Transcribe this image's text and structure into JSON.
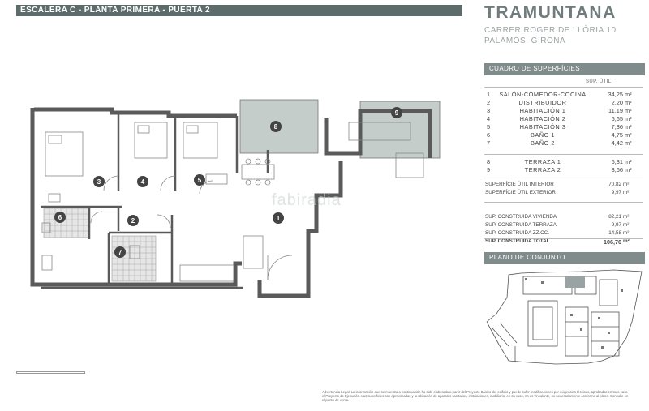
{
  "header": {
    "title": "ESCALERA C - PLANTA PRIMERA - PUERTA 2"
  },
  "brand": {
    "name": "TRAMUNTANA",
    "address_line1": "CARRER ROGER DE LLÒRIA 10",
    "address_line2": "PALAMÓS, GIRONA"
  },
  "surfaces": {
    "title": "CUADRO DE SUPERFÍCIES",
    "column_header": "SUP. ÚTIL",
    "unit": "m²",
    "rooms": [
      {
        "num": "1",
        "label": "SALÓN-COMEDOR-COCINA",
        "value": "34,25"
      },
      {
        "num": "2",
        "label": "DISTRIBUIDOR",
        "value": "2,20"
      },
      {
        "num": "3",
        "label": "HABITACIÓN 1",
        "value": "11,19"
      },
      {
        "num": "4",
        "label": "HABITACIÓN 2",
        "value": "6,65"
      },
      {
        "num": "5",
        "label": "HABITACIÓN 3",
        "value": "7,36"
      },
      {
        "num": "6",
        "label": "BAÑO 1",
        "value": "4,75"
      },
      {
        "num": "7",
        "label": "BAÑO 2",
        "value": "4,42"
      }
    ],
    "terraces": [
      {
        "num": "8",
        "label": "TERRAZA 1",
        "value": "6,31"
      },
      {
        "num": "9",
        "label": "TERRAZA 2",
        "value": "3,66"
      }
    ],
    "util_totals": [
      {
        "label": "SUPERFÍCIE ÚTIL INTERIOR",
        "value": "70,82"
      },
      {
        "label": "SUPERFÍCIE ÚTIL EXTERIOR",
        "value": "9,97"
      }
    ],
    "built_totals": [
      {
        "label": "SUP. CONSTRUIDA VIVIENDA",
        "value": "82,21",
        "bold": false
      },
      {
        "label": "SUP. CONSTRUIDA TERRAZA",
        "value": "9,97",
        "bold": false
      },
      {
        "label": "SUP. CONSTRUIDA ZZ.CC.",
        "value": "14,58",
        "bold": false
      },
      {
        "label": "SUP. CONSTRUIDA TOTAL",
        "value": "106,76",
        "bold": true
      }
    ]
  },
  "site_plan": {
    "title": "PLANO DE CONJUNTO"
  },
  "floor_plan": {
    "room_labels": [
      "1",
      "2",
      "3",
      "4",
      "5",
      "6",
      "7",
      "8",
      "9"
    ]
  },
  "watermark": "fabiradia",
  "disclaimer": "Advertencia Legal: La información que se muestra a continuación ha sido elaborada a partir del Proyecto Básico del edificio y puede sufrir modificaciones por exigencias técnicas, aprobadas en todo caso el Proyecto de Ejecución. Las superficies son aproximadas y la ubicación de aparatos sanitarios, instalaciones, mobiliario, en su caso, no es vinculante, no necesariamente conforme al plano. Consulte en el punto de venta.",
  "colors": {
    "header_bar": "#5d6b6b",
    "section_bar": "#808b8b",
    "terrace_fill": "#c5cdca",
    "wall": "#5a5a5a",
    "badge": "#444444"
  }
}
